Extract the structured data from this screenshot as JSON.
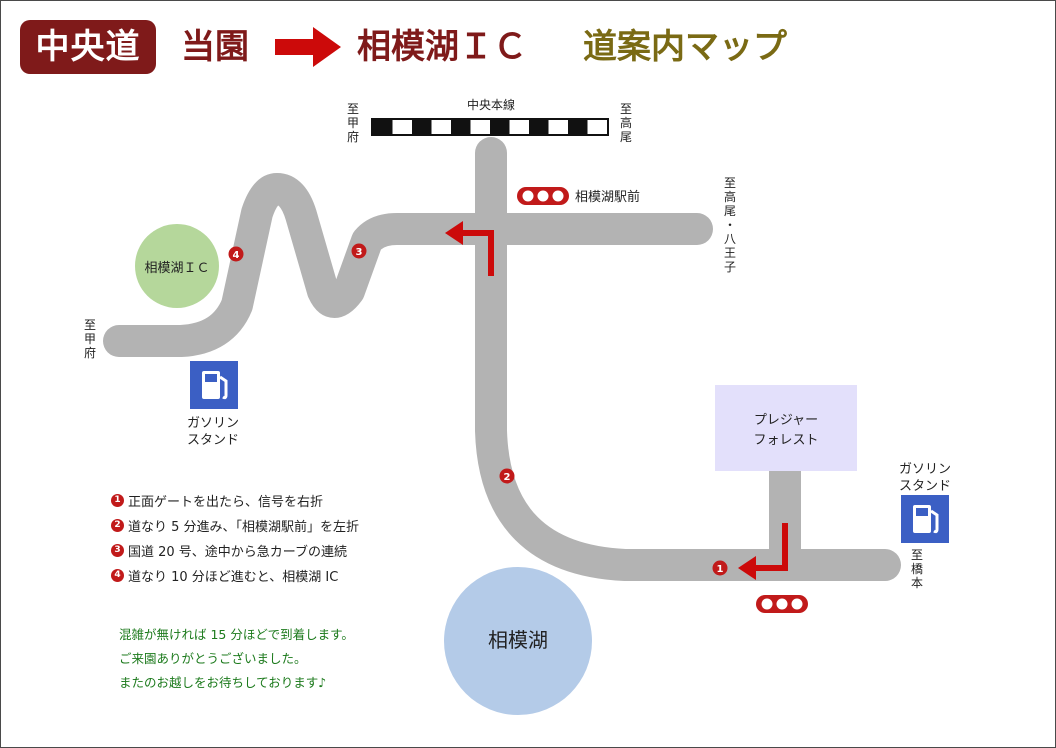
{
  "header": {
    "badge": "中央道",
    "from": "当園",
    "to": "相模湖ＩＣ",
    "subtitle": "道案内マップ"
  },
  "railway": {
    "name": "中央本線"
  },
  "directions": {
    "rail_west": "至甲府",
    "rail_east": "至高尾",
    "road_east": "至高尾・八王子",
    "road_west": "至甲府",
    "road_south": "至橋本"
  },
  "places": {
    "ic": "相模湖ＩＣ",
    "lake": "相模湖",
    "forest": "プレジャーフォレスト",
    "station_signal": "相模湖駅前",
    "gas_station": "ガソリンスタンド"
  },
  "markers": [
    "1",
    "2",
    "3",
    "4"
  ],
  "legend": [
    {
      "num": "1",
      "text": "正面ゲートを出たら、信号を右折"
    },
    {
      "num": "2",
      "text": "道なり 5 分進み、「相模湖駅前」を左折"
    },
    {
      "num": "3",
      "text": "国道 20 号、途中から急カーブの連続"
    },
    {
      "num": "4",
      "text": "道なり 10 分ほど進むと、相模湖 IC"
    }
  ],
  "note": [
    "混雑が無ければ 15 分ほどで到着します。",
    "ご来園ありがとうございました。",
    "またのお越しをお待ちしております♪"
  ],
  "colors": {
    "road": "#b3b3b3",
    "route_arrow": "#cc0a0a",
    "brand": "#7f1a1a",
    "subtitle": "#7a6a14",
    "ic_circle": "#b5d79b",
    "lake": "#b4cbe8",
    "forest": "#e3e0fb",
    "gas": "#3b5fc4",
    "marker": "#c11a1a",
    "note_text": "#1c7a1c"
  },
  "icons": {
    "header_arrow": "right-arrow-icon",
    "signal": "traffic-signal-icon",
    "gas": "fuel-pump-icon"
  }
}
